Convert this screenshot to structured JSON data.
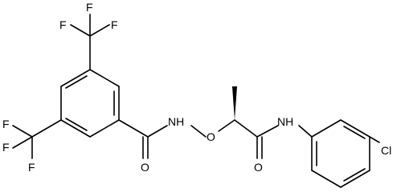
{
  "molecule": {
    "atom_labels": {
      "f_top_left": "F",
      "f_top_mid": "F",
      "f_top_right": "F",
      "f_left_top": "F",
      "f_left_bottom": "F",
      "f_bottom": "F",
      "o_carbonyl_1": "O",
      "nh_1": "NH",
      "o_ether": "O",
      "nh_2": "NH",
      "o_carbonyl_2": "O",
      "cl": "Cl"
    }
  }
}
